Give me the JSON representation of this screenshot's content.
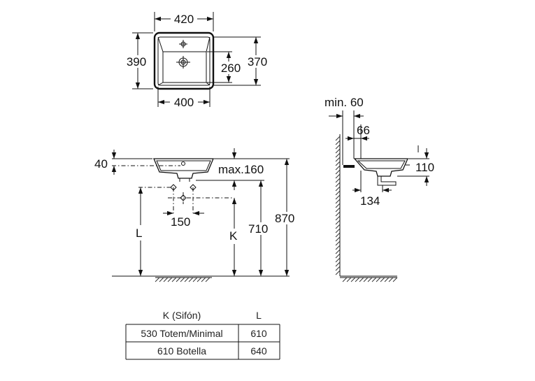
{
  "top_view": {
    "width_outer": "420",
    "depth_outer": "390",
    "depth_inner": "370",
    "bowl_depth": "260",
    "width_inner": "400"
  },
  "front_view": {
    "rim_height": "40",
    "max_height": "max.160",
    "spacing": "150",
    "label_L": "L",
    "label_K": "K",
    "height_710": "710",
    "height_870": "870"
  },
  "side_view": {
    "min_wall": "min. 60",
    "offset": "66",
    "height": "110",
    "depth": "134"
  },
  "table": {
    "header_k": "K (Sifón)",
    "header_l": "L",
    "rows": [
      {
        "k": "530 Totem/Minimal",
        "l": "610"
      },
      {
        "k": "610 Botella",
        "l": "640"
      }
    ]
  }
}
